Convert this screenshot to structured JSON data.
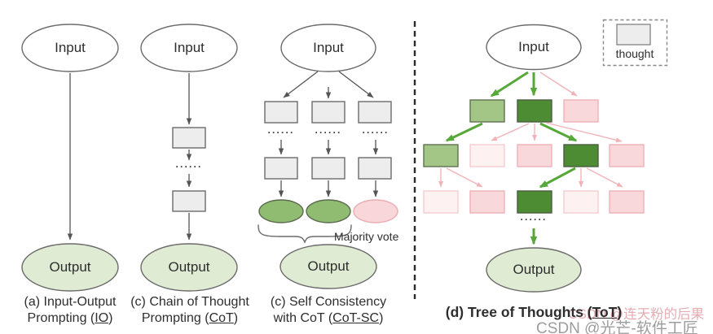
{
  "panels": {
    "io": {
      "input_label": "Input",
      "output_label": "Output",
      "caption": {
        "line1": "(a) Input-Output",
        "line2_pre": "Prompting (",
        "line2_underline": "IO",
        "line2_post": ")"
      }
    },
    "cot": {
      "input_label": "Input",
      "output_label": "Output",
      "caption": {
        "line1": "(c) Chain of Thought",
        "line2_pre": "Prompting (",
        "line2_underline": "CoT",
        "line2_post": ")"
      }
    },
    "sc": {
      "input_label": "Input",
      "output_label": "Output",
      "majority_vote_label": "Majority vote",
      "caption": {
        "line1": "(c) Self Consistency",
        "line2_pre": "with CoT (",
        "line2_underline": "CoT-SC",
        "line2_post": ")"
      }
    },
    "tot": {
      "input_label": "Input",
      "output_label": "Output",
      "legend_label": "thought",
      "caption": {
        "pre": "(d) Tree of Thoughts (",
        "underline": "ToT",
        "post": ")"
      }
    }
  },
  "glyphs": {
    "dots": "······"
  },
  "watermarks": {
    "pink": "CSDN @连天粉的后果",
    "gray": "CSDN @光芒-软件工匠"
  },
  "colors": {
    "box_gray": "#ededed",
    "box_gray_border": "#6b6b6b",
    "ellipse_border": "#6b6b6b",
    "output_green": "#dfecd3",
    "arrow_gray": "#555555",
    "green_dark": "#4e8c33",
    "green_dark_border": "#4c5c44",
    "green_light": "#a3c687",
    "green_light_border": "#5f7050",
    "pink_fill": "#f9d8db",
    "pink_border": "#efb2b8",
    "pink_pale": "#fdf1f2",
    "pink_pale_border": "#f3cdd1",
    "arrow_green": "#56a839",
    "arrow_pink": "#f2b3b8",
    "ellipse_green": "#8fbc70",
    "ellipse_green_border": "#5c6a50",
    "ellipse_pink": "#f9d6d9",
    "ellipse_pink_border": "#e9adb2",
    "divider": "#2a2a2a",
    "wm_pink": "#e3a8af",
    "wm_gray": "#9d9d9d"
  }
}
